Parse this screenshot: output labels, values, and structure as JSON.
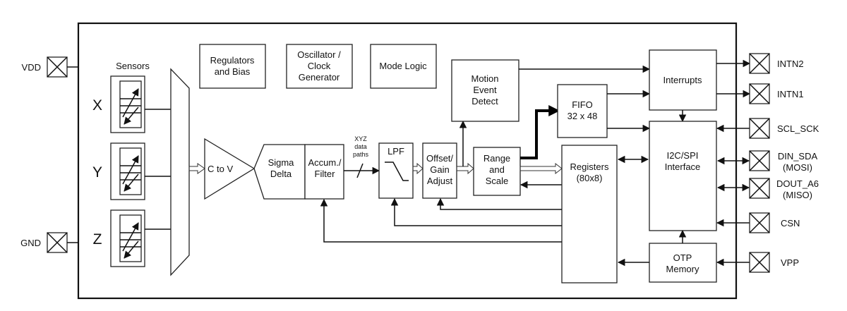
{
  "blocks": {
    "sensors": "Sensors",
    "regulators": [
      "Regulators",
      "and Bias"
    ],
    "oscillator": [
      "Oscillator /",
      "Clock",
      "Generator"
    ],
    "mode_logic": "Mode Logic",
    "motion": [
      "Motion",
      "Event",
      "Detect"
    ],
    "interrupts": "Interrupts",
    "fifo": [
      "FIFO",
      "32 x 48"
    ],
    "c_to_v": "C to V",
    "sigma": [
      "Sigma",
      "Delta"
    ],
    "accum": [
      "Accum./",
      "Filter"
    ],
    "xyz": [
      "XYZ",
      "data",
      "paths"
    ],
    "lpf": "LPF",
    "offset": [
      "Offset/",
      "Gain",
      "Adjust"
    ],
    "range": [
      "Range",
      "and",
      "Scale"
    ],
    "registers": [
      "Registers",
      "(80x8)"
    ],
    "i2c": [
      "I2C/SPI",
      "Interface"
    ],
    "otp": [
      "OTP",
      "Memory"
    ]
  },
  "axes": {
    "x": "X",
    "y": "Y",
    "z": "Z"
  },
  "pins": {
    "vdd": "VDD",
    "gnd": "GND",
    "intn2": "INTN2",
    "intn1": "INTN1",
    "scl": "SCL_SCK",
    "din": [
      "DIN_SDA",
      "(MOSI)"
    ],
    "dout": [
      "DOUT_A6",
      "(MISO)"
    ],
    "csn": "CSN",
    "vpp": "VPP"
  }
}
